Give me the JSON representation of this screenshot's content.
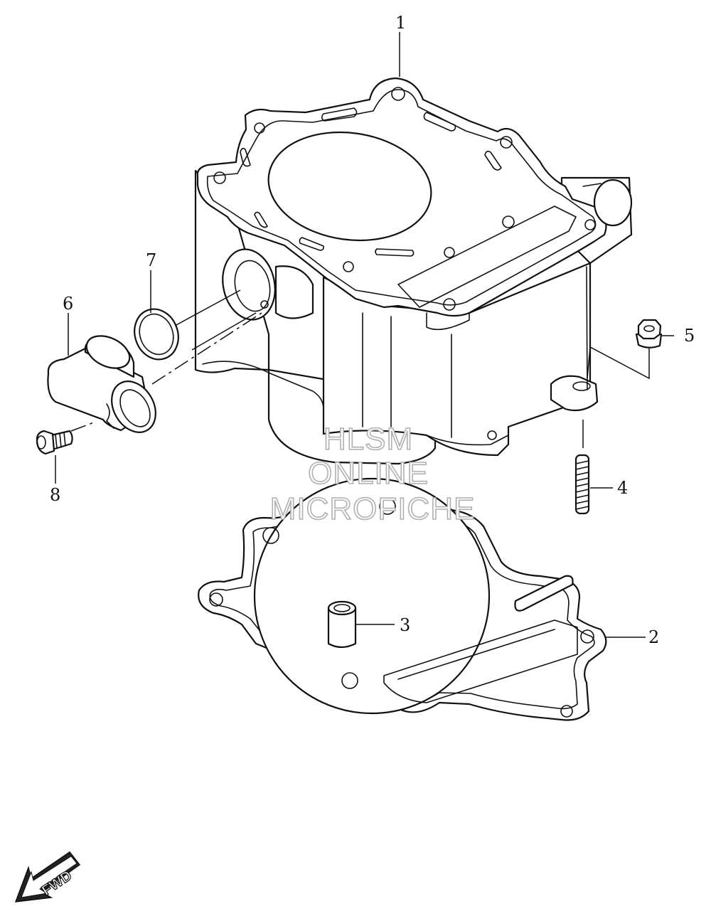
{
  "callouts": {
    "c1": "1",
    "c2": "2",
    "c3": "3",
    "c4": "4",
    "c5": "5",
    "c6": "6",
    "c7": "7",
    "c8": "8"
  },
  "watermark": {
    "line1": "HLSM",
    "line2": "ONLINE",
    "line3": "MICROFICHE"
  },
  "fwd_label": "FWD"
}
